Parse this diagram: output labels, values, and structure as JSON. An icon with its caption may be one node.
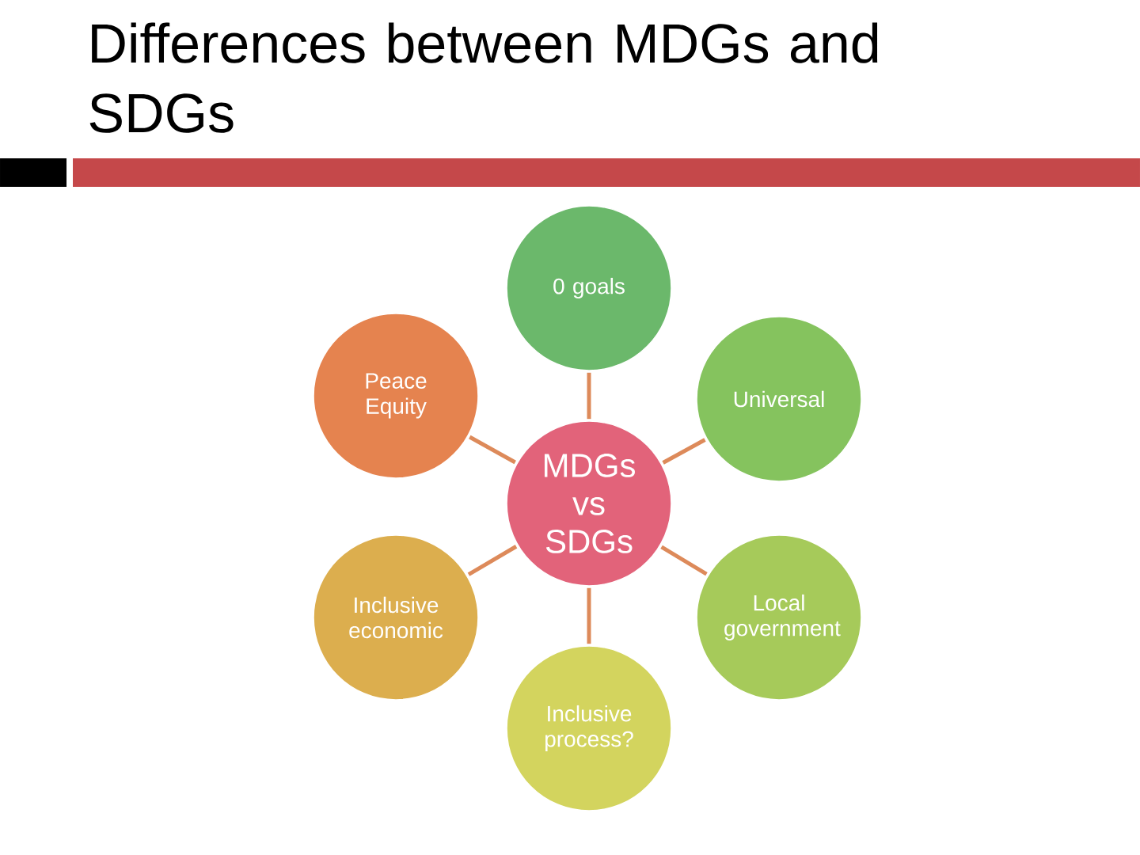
{
  "diagram": {
    "title": "Differences between MDGs and SDGs",
    "nodes": [
      {
        "text": [
          "0 goals"
        ]
      },
      {
        "text": [
          "Peace Equity"
        ]
      },
      {
        "text": [
          "Universal"
        ]
      },
      {
        "text": [
          "MDGs vs SDGs"
        ]
      },
      {
        "text": [
          "Inclusive economic"
        ]
      },
      {
        "text": [
          "Local government"
        ]
      },
      {
        "text": [
          "Inclusive process?"
        ]
      }
    ],
    "edges": [
      {
        "from": 3,
        "to": 0,
        "arrow": "none"
      },
      {
        "from": 3,
        "to": 1,
        "arrow": "none"
      },
      {
        "from": 3,
        "to": 2,
        "arrow": "none"
      },
      {
        "from": 3,
        "to": 4,
        "arrow": "none"
      },
      {
        "from": 3,
        "to": 5,
        "arrow": "none"
      },
      {
        "from": 3,
        "to": 6,
        "arrow": "none"
      }
    ]
  }
}
